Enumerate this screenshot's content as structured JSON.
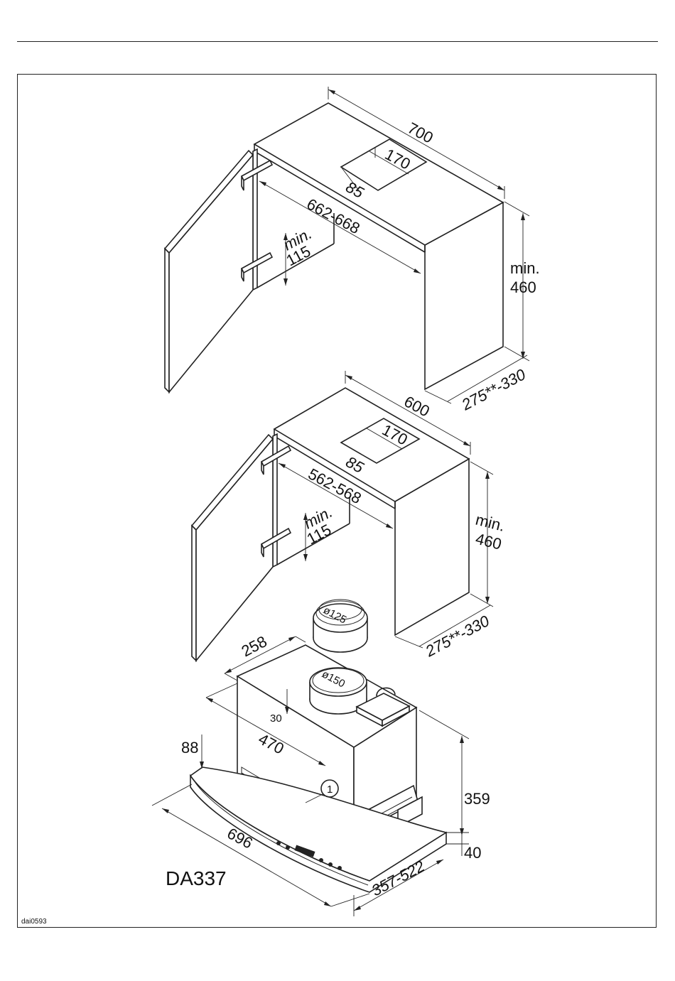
{
  "upper_cabinet": {
    "width": "700",
    "cutout_width": "170",
    "cutout_offset": "85",
    "inner_width": "662-668",
    "hinge_clearance_min": "min.",
    "hinge_clearance_value": "115",
    "height_min": "min.",
    "height_value": "460",
    "depth": "275**-330"
  },
  "lower_cabinet": {
    "width": "600",
    "cutout_width": "170",
    "cutout_offset": "85",
    "inner_width": "562-568",
    "hinge_clearance_min": "min.",
    "hinge_clearance_value": "115",
    "height_min": "min.",
    "height_value": "460",
    "depth": "275**-330"
  },
  "hood": {
    "adapter_small": "ø125",
    "adapter_large": "ø150",
    "top_depth": "258",
    "offset_30": "30",
    "body_width": "470",
    "front_height": "88",
    "body_height": "359",
    "canopy_height": "40",
    "total_width": "696",
    "depth_range": "357-522",
    "callout": "1"
  },
  "model": "DA337",
  "drawing_code": "dai0593"
}
